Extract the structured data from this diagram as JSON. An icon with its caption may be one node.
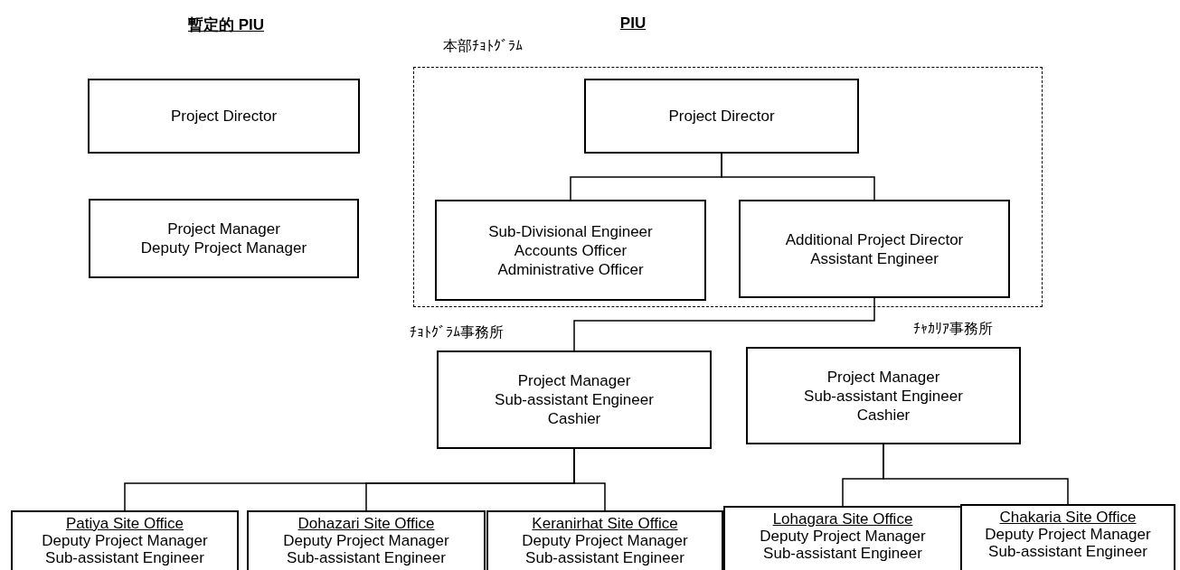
{
  "diagram": {
    "nodes": [
      {
        "text": [
          "Project Director"
        ]
      },
      {
        "text": [
          "Project Manager",
          "Deputy Project Manager"
        ]
      },
      {
        "text": [
          "本部ﾁｮﾄｸﾞﾗﾑ"
        ]
      },
      {
        "text": [
          "Project Director"
        ],
        "in": 2
      },
      {
        "text": [
          "Sub-Divisional Engineer",
          "Accounts Officer",
          "Administrative Officer"
        ],
        "in": 2
      },
      {
        "text": [
          "Additional Project Director",
          "Assistant Engineer"
        ],
        "in": 2
      },
      {
        "text": [
          "ﾁｮﾄｸﾞﾗﾑ事務所",
          "Project Manager",
          "Sub-assistant Engineer",
          "Cashier"
        ]
      },
      {
        "text": [
          "ﾁｬｶﾘｱ事務所",
          "Project Manager",
          "Sub-assistant Engineer",
          "Cashier"
        ]
      },
      {
        "text": [
          "Patiya Site Office",
          "Deputy Project Manager",
          "Sub-assistant Engineer"
        ]
      },
      {
        "text": [
          "Dohazari Site Office",
          "Deputy Project Manager",
          "Sub-assistant Engineer"
        ]
      },
      {
        "text": [
          "Keranirhat Site Office",
          "Deputy Project Manager",
          "Sub-assistant Engineer"
        ]
      },
      {
        "text": [
          "Lohagara Site Office",
          "Deputy Project Manager",
          "Sub-assistant Engineer"
        ]
      },
      {
        "text": [
          "Chakaria Site Office",
          "Deputy Project Manager",
          "Sub-assistant Engineer"
        ]
      }
    ],
    "edges": [
      {
        "from": 3,
        "to": 4,
        "arrow": "none"
      },
      {
        "from": 3,
        "to": 5,
        "arrow": "none"
      },
      {
        "from": 5,
        "to": 6,
        "arrow": "none"
      },
      {
        "from": 6,
        "to": 8,
        "arrow": "none"
      },
      {
        "from": 6,
        "to": 9,
        "arrow": "none"
      },
      {
        "from": 6,
        "to": 10,
        "arrow": "none"
      },
      {
        "from": 7,
        "to": 11,
        "arrow": "none"
      },
      {
        "from": 7,
        "to": 12,
        "arrow": "none"
      }
    ],
    "labels": [
      "暫定的 PIU",
      "PIU"
    ]
  }
}
